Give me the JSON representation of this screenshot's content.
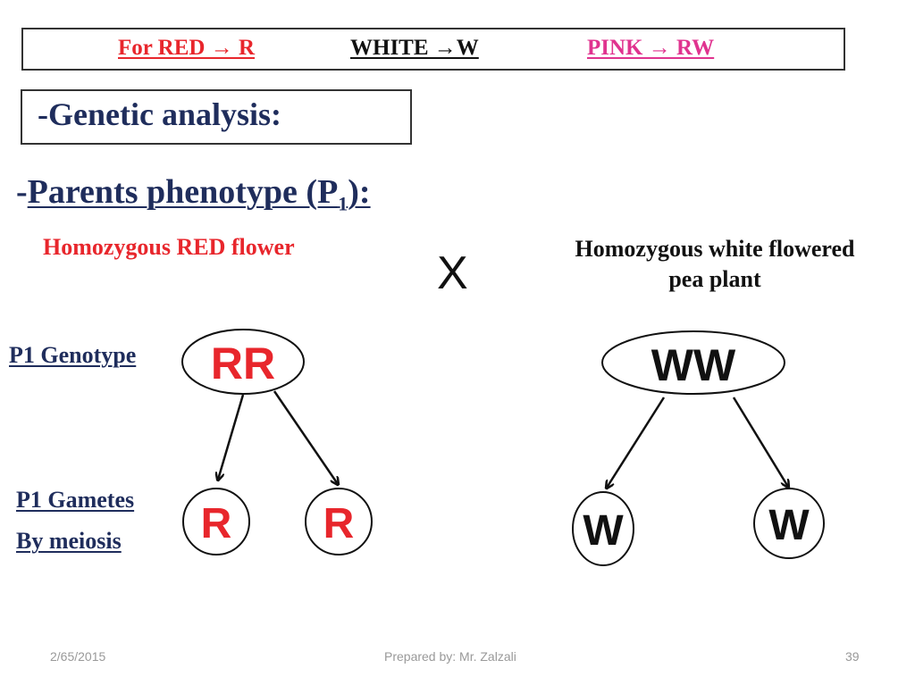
{
  "legend": {
    "red": "For RED → R",
    "white": "WHITE →W",
    "pink": "PINK → RW",
    "colors": {
      "red": "#e8262c",
      "white": "#111111",
      "pink": "#e0338f"
    }
  },
  "genetic_analysis": "-Genetic analysis:",
  "parents": {
    "prefix": "-",
    "label": "Parents phenotype (P",
    "sub": "1",
    "suffix": "):"
  },
  "parent_red": "Homozygous RED flower",
  "cross_symbol": "X",
  "parent_white_line1": "Homozygous white flowered",
  "parent_white_line2": "pea plant",
  "p1_genotype_label": "P1 Genotype",
  "p1_gametes_label1": "P1 Gametes",
  "p1_gametes_label2": "By meiosis",
  "genotypes": {
    "red": "RR",
    "white": "WW"
  },
  "gametes": {
    "red1": "R",
    "red2": "R",
    "white1": "W",
    "white2": "W"
  },
  "footer": {
    "date": "2/65/2015",
    "author": "Prepared by: Mr. Zalzali",
    "page": "39"
  }
}
